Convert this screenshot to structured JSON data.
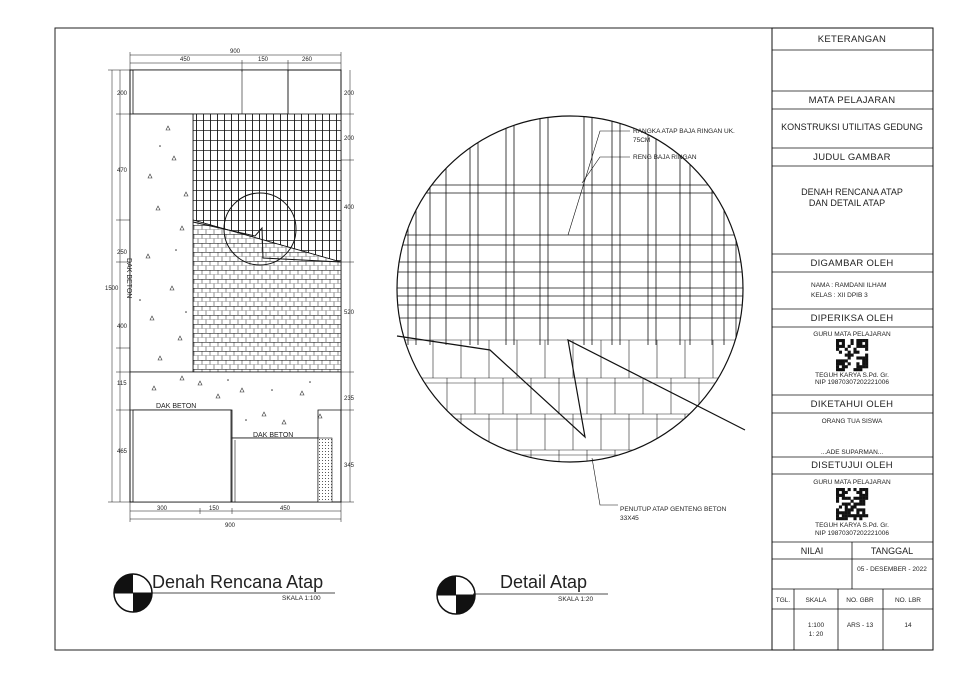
{
  "plan": {
    "title": "Denah Rencana Atap",
    "scale": "SKALA 1:100",
    "dims_top": [
      "900",
      "450",
      "150",
      "260"
    ],
    "dims_left": [
      "200",
      "470",
      "250",
      "1500",
      "400",
      "115",
      "465"
    ],
    "dims_right": [
      "200",
      "200",
      "400",
      "520",
      "235",
      "345"
    ],
    "dims_bottom": [
      "300",
      "150",
      "450",
      "900"
    ],
    "labels": [
      "DAK BETON",
      "DAK BETON",
      "DAK BETON"
    ]
  },
  "detail": {
    "title": "Detail Atap",
    "scale": "SKALA 1:20",
    "callouts": {
      "rangka": "RANGKA ATAP BAJA RINGAN UK.",
      "rangka2": "75CM",
      "reng": "RENG BAJA RINGAN",
      "penutup": "PENUTUP ATAP GENTENG BETON",
      "penutup2": "33X45"
    }
  },
  "titleblock": {
    "keterangan": "KETERANGAN",
    "mata_pelajaran_h": "MATA PELAJARAN",
    "mata_pelajaran": "KONSTRUKSI UTILITAS GEDUNG",
    "judul_h": "JUDUL GAMBAR",
    "judul1": "DENAH RENCANA ATAP",
    "judul2": "DAN DETAIL ATAP",
    "digambar_h": "DIGAMBAR OLEH",
    "nama": "NAMA :  RAMDANI ILHAM",
    "kelas": "KELAS :  XII DPIB 3",
    "diperiksa_h": "DIPERIKSA OLEH",
    "guru1": "GURU MATA PELAJARAN",
    "teguh1": "TEGUH KARYA S.Pd. Gr.",
    "nip1": "NIP 19870307202221006",
    "diketahui_h": "DIKETAHUI OLEH",
    "ortu": "ORANG TUA SISWA",
    "ade": "...ADE SUPARMAN...",
    "disetujui_h": "DISETUJUI OLEH",
    "guru2": "GURU MATA PELAJARAN",
    "teguh2": "TEGUH KARYA S.Pd. Gr.",
    "nip2": "NIP 19870307202221006",
    "nilai": "NILAI",
    "tanggal": "TANGGAL",
    "tanggal_val": "05 - DESEMBER - 2022",
    "tgl": "TGL.",
    "skala": "SKALA",
    "no_gbr": "NO. GBR",
    "no_lbr": "NO. LBR",
    "skala_v1": "1:100",
    "skala_v2": "1: 20",
    "no_gbr_v": "ARS - 13",
    "no_lbr_v": "14"
  }
}
